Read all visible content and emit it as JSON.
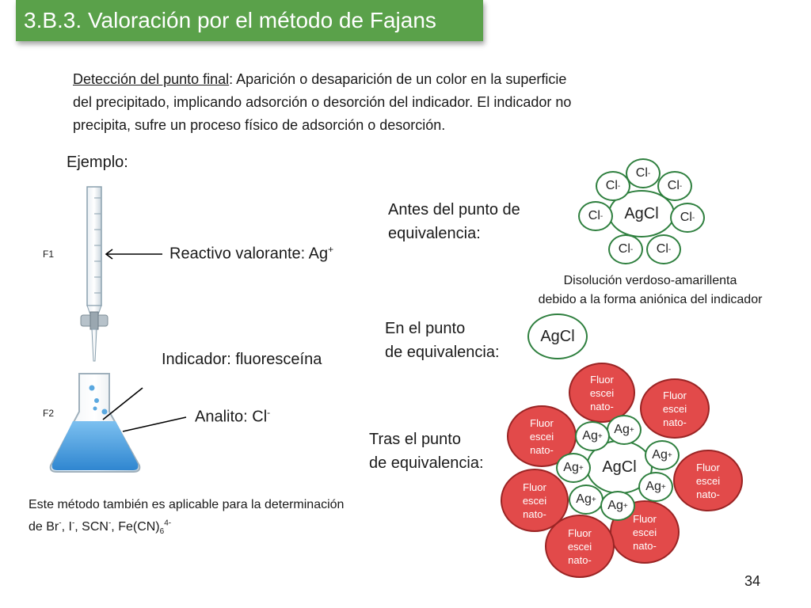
{
  "title": "3.B.3. Valoración por el método de Fajans",
  "intro": {
    "underlined": "Detección del punto final",
    "line1_rest": ": Aparición o desaparición de un color en la superficie",
    "line2": "del precipitado, implicando adsorción o desorción del indicador. El indicador no",
    "line3": "precipita, sufre un proceso físico de adsorción o desorción."
  },
  "example_label": "Ejemplo:",
  "labels": {
    "f1": "F1",
    "f2": "F2",
    "reactivo": "Reactivo valorante: Ag",
    "reactivo_sup": "+",
    "indicador": "Indicador: fluoresceína",
    "analito": "Analito: Cl",
    "analito_sup": "-"
  },
  "footer_text": {
    "line1": "Este método también es aplicable para la determinación",
    "line2_parts": [
      "de Br",
      "-",
      ", I",
      "-",
      ", SCN",
      "-",
      ", Fe(CN)",
      "6",
      "4-"
    ]
  },
  "before": {
    "label_line1": "Antes del punto de",
    "label_line2": "equivalencia:",
    "center": "AgCl",
    "ion": "Cl",
    "ion_sup": "-",
    "note_line1": "Disolución verdoso-amarillenta",
    "note_line2": "debido a la forma aniónica del indicador"
  },
  "at": {
    "label_line1": "En el punto",
    "label_line2": "de equivalencia:",
    "center": "AgCl"
  },
  "after": {
    "label_line1": "Tras el  punto",
    "label_line2": "de equivalencia:",
    "center": "AgCl",
    "ion": "Ag",
    "ion_sup": "+",
    "fluor_line1": "Fluor",
    "fluor_line2": "escei",
    "fluor_line3": "nato-"
  },
  "page_number": "34",
  "colors": {
    "title_bg": "#5aa14a",
    "circle_border": "#2e7f3e",
    "fluor_fill": "#e24a4a",
    "liquid": "#3d9be0"
  }
}
